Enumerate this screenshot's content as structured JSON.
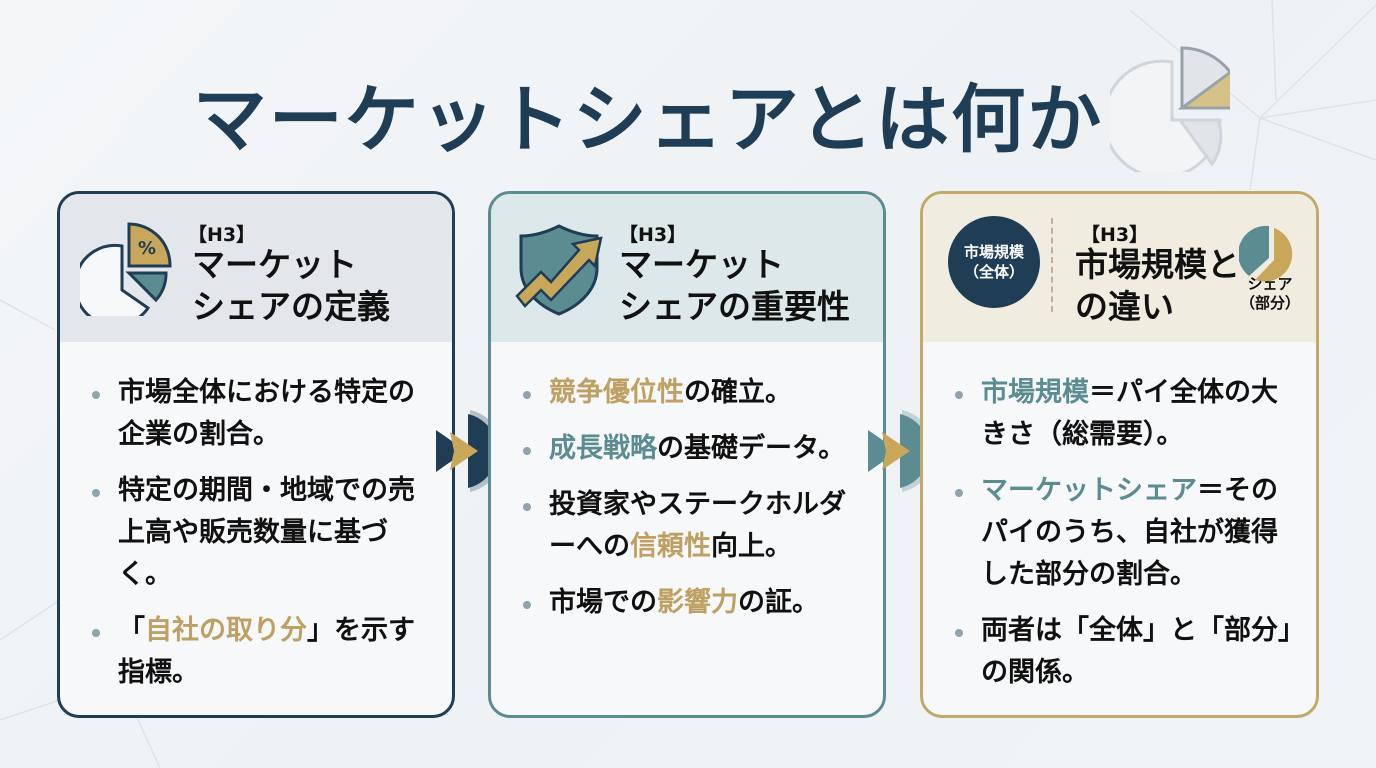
{
  "title": "マーケットシェアとは何か",
  "colors": {
    "navy": "#1f3d55",
    "teal": "#5b8c92",
    "gold": "#c3a868",
    "gold_text": "#bfa062"
  },
  "icons": {
    "title": "pie-chart-icon",
    "card1": "pie-chart-percent-icon",
    "card2": "shield-growth-arrow-icon",
    "card3": "pie-chart-share-icon",
    "connector": "chevron-right-icon"
  },
  "cards": [
    {
      "tag": "【H3】",
      "title_line1": "マーケット",
      "title_line2": "シェアの定義",
      "items": [
        {
          "parts": [
            {
              "text": "市場全体における特定の企業の割合。",
              "style": "normal"
            }
          ]
        },
        {
          "parts": [
            {
              "text": "特定の期間・地域での売上高や販売数量に基づく。",
              "style": "normal"
            }
          ]
        },
        {
          "parts": [
            {
              "text": "「",
              "style": "normal"
            },
            {
              "text": "自社の取り分",
              "style": "gold"
            },
            {
              "text": "」を示す指標。",
              "style": "normal"
            }
          ]
        }
      ]
    },
    {
      "tag": "【H3】",
      "title_line1": "マーケット",
      "title_line2": "シェアの重要性",
      "items": [
        {
          "parts": [
            {
              "text": "競争優位性",
              "style": "gold"
            },
            {
              "text": "の確立。",
              "style": "normal"
            }
          ]
        },
        {
          "parts": [
            {
              "text": "成長戦略",
              "style": "teal"
            },
            {
              "text": "の基礎データ。",
              "style": "normal"
            }
          ]
        },
        {
          "parts": [
            {
              "text": "投資家やステークホルダーへの",
              "style": "normal"
            },
            {
              "text": "信頼性",
              "style": "gold"
            },
            {
              "text": "向上。",
              "style": "normal"
            }
          ]
        },
        {
          "parts": [
            {
              "text": "市場での",
              "style": "normal"
            },
            {
              "text": "影響力",
              "style": "gold"
            },
            {
              "text": "の証。",
              "style": "normal"
            }
          ]
        }
      ]
    },
    {
      "tag": "【H3】",
      "title_line1": "市場規模と",
      "title_line2": "の違い",
      "badge_line1": "市場規模",
      "badge_line2": "（全体）",
      "share_line1": "シェア",
      "share_line2": "（部分）",
      "items": [
        {
          "parts": [
            {
              "text": "市場規模",
              "style": "teal"
            },
            {
              "text": "＝パイ全体の大きさ（総需要）。",
              "style": "normal"
            }
          ]
        },
        {
          "parts": [
            {
              "text": "マーケットシェア",
              "style": "teal"
            },
            {
              "text": "＝そのパイのうち、自社が獲得した部分の割合。",
              "style": "normal"
            }
          ]
        },
        {
          "parts": [
            {
              "text": "両者は「全体」と「部分」の関係。",
              "style": "normal"
            }
          ]
        }
      ]
    }
  ]
}
